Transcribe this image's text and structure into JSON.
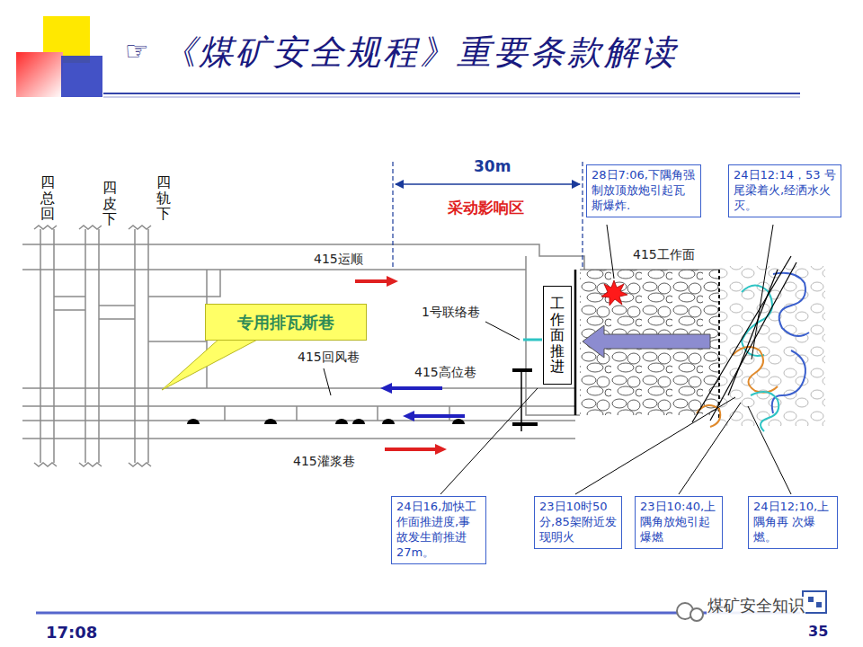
{
  "diagram": {
    "title": "《煤矿安全规程》重要条款解读",
    "nodes": [
      {
        "text": [
          "专用排瓦斯巷"
        ]
      },
      {
        "text": [
          "工作面推进"
        ]
      },
      {
        "text": [
          "28日7:06,下隅角强制放顶放炮引起瓦斯爆炸."
        ]
      },
      {
        "text": [
          "24日12:14，53 号尾梁着火,经洒水火灭。"
        ]
      },
      {
        "text": [
          "24日16,加快工作面推进度,事故发生前推进27m。"
        ]
      },
      {
        "text": [
          "23日10时50分,85架附近发现明火"
        ]
      },
      {
        "text": [
          "23日10:40,上隅角放炮引起爆燃"
        ]
      },
      {
        "text": [
          "24日12;10,上隅角再 次爆燃。"
        ]
      }
    ],
    "labels": [
      "☞",
      "四总回",
      "四皮下",
      "四轨下",
      "30m",
      "采动影响区",
      "415运顺",
      "415工作面",
      "1号联络巷",
      "415回风巷",
      "415高位巷",
      "415灌浆巷",
      "17:08",
      "35",
      "煤矿安全知识"
    ]
  }
}
